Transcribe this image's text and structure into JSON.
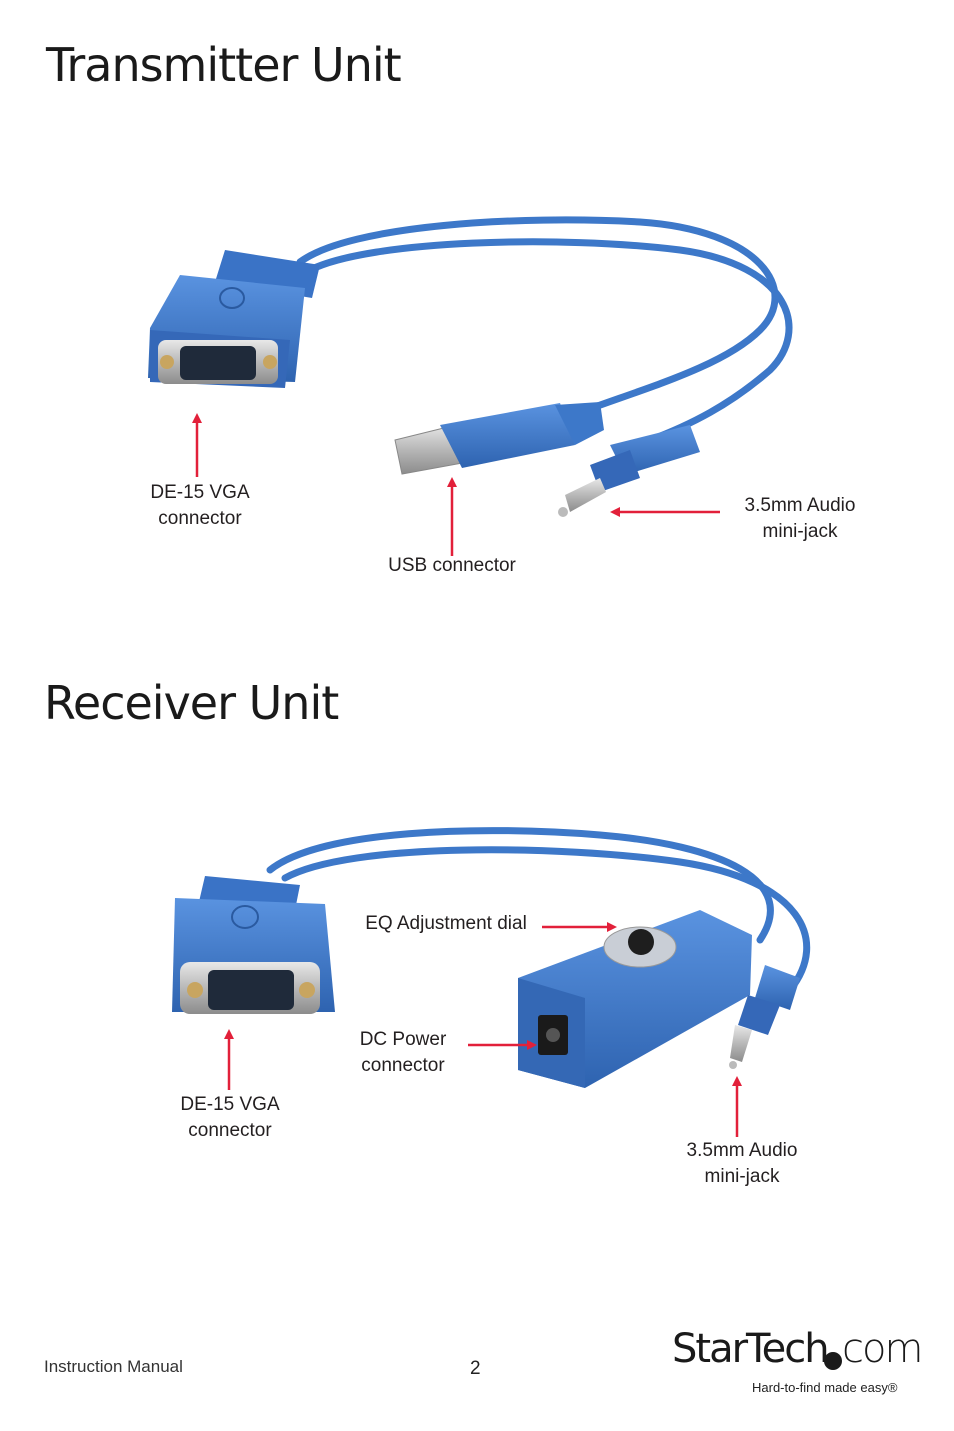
{
  "transmitter": {
    "title": "Transmitter Unit",
    "labels": {
      "vga_line1": "DE-15 VGA",
      "vga_line2": "connector",
      "usb": "USB connector",
      "audio_line1": "3.5mm Audio",
      "audio_line2": "mini-jack"
    }
  },
  "receiver": {
    "title": "Receiver Unit",
    "labels": {
      "eq": "EQ Adjustment dial",
      "dc_line1": "DC Power",
      "dc_line2": "connector",
      "vga_line1": "DE-15 VGA",
      "vga_line2": "connector",
      "audio_line1": "3.5mm Audio",
      "audio_line2": "mini-jack"
    }
  },
  "footer": {
    "manual": "Instruction Manual",
    "page_number": "2",
    "logo_text": "StarTech",
    "logo_com": "com",
    "logo_tagline": "Hard-to-find made easy®"
  },
  "colors": {
    "cable_blue": "#3d78c9",
    "arrow_red": "#e2203a"
  }
}
